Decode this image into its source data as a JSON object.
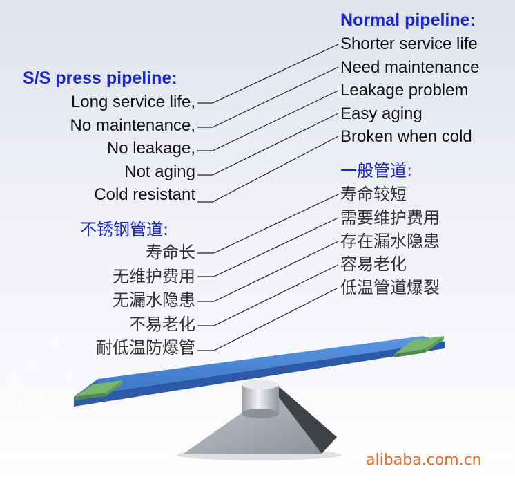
{
  "left": {
    "title_en": "S/S press pipeline:",
    "items_en": [
      "Long service life,",
      "No maintenance,",
      "No leakage,",
      "Not aging",
      "Cold resistant"
    ],
    "title_zh": "不锈钢管道:",
    "items_zh": [
      "寿命长",
      "无维护费用",
      "无漏水隐患",
      "不易老化",
      "耐低温防爆管"
    ]
  },
  "right": {
    "title_en": "Normal pipeline:",
    "items_en": [
      "Shorter service life",
      "Need maintenance",
      "Leakage problem",
      "Easy aging",
      "Broken when cold"
    ],
    "title_zh": "一般管道:",
    "items_zh": [
      "寿命较短",
      "需要维护费用",
      "存在漏水隐患",
      "容易老化",
      "低温管道爆裂"
    ]
  },
  "watermark": "alibaba.com.cn",
  "colors": {
    "title": "#1a28c8",
    "board": "#3f7fd0",
    "pad": "#6fae6a",
    "base": "#4a4d52",
    "logo": "#f26a22"
  }
}
